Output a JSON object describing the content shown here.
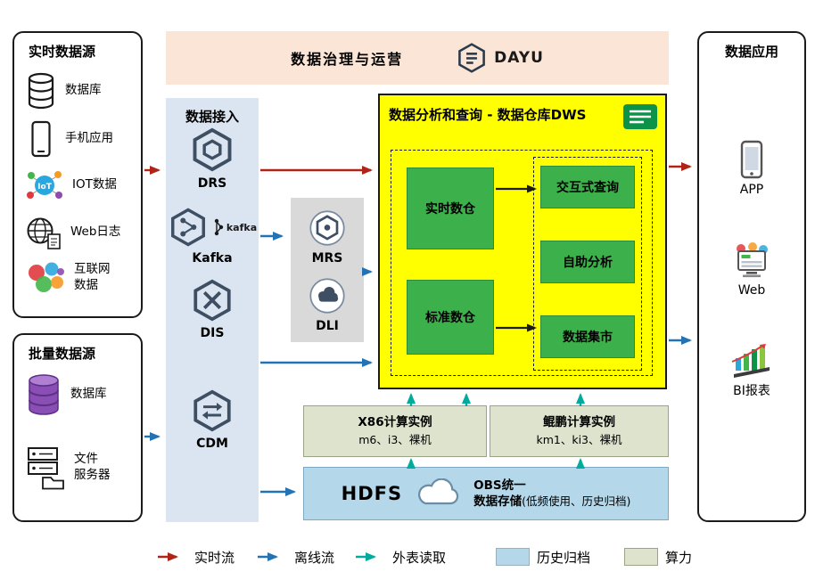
{
  "banner": {
    "title": "数据治理与运营",
    "logo": "DAYU"
  },
  "realtime_sources": {
    "title": "实时数据源",
    "items": [
      {
        "label": "数据库",
        "icon": "database-icon"
      },
      {
        "label": "手机应用",
        "icon": "mobile-icon"
      },
      {
        "label": "IOT数据",
        "icon": "iot-icon"
      },
      {
        "label": "Web日志",
        "icon": "web-log-icon"
      },
      {
        "label": "互联网\n数据",
        "icon": "internet-data-icon"
      }
    ]
  },
  "batch_sources": {
    "title": "批量数据源",
    "items": [
      {
        "label": "数据库",
        "icon": "batch-database-icon"
      },
      {
        "label": "文件\n服务器",
        "icon": "file-server-icon"
      }
    ]
  },
  "ingestion": {
    "title": "数据接入",
    "items": [
      {
        "label": "DRS",
        "icon": "drs-icon"
      },
      {
        "label": "Kafka",
        "icon": "kafka-icon",
        "wordmark": "kafka"
      },
      {
        "label": "DIS",
        "icon": "dis-icon"
      },
      {
        "label": "CDM",
        "icon": "cdm-icon"
      }
    ]
  },
  "middleware": {
    "items": [
      {
        "label": "MRS",
        "icon": "mrs-icon"
      },
      {
        "label": "DLI",
        "icon": "dli-icon"
      }
    ]
  },
  "dws": {
    "title": "数据分析和查询 - 数据仓库DWS",
    "warehouses": [
      {
        "label": "实时数仓"
      },
      {
        "label": "标准数仓"
      }
    ],
    "services": [
      {
        "label": "交互式查询"
      },
      {
        "label": "自助分析"
      },
      {
        "label": "数据集市"
      }
    ]
  },
  "compute": {
    "x86": {
      "title": "X86计算实例",
      "subtitle": "m6、i3、裸机"
    },
    "kunpeng": {
      "title": "鲲鹏计算实例",
      "subtitle": "km1、ki3、裸机"
    }
  },
  "storage": {
    "hdfs": "HDFS",
    "obs_line1": "OBS统一",
    "obs_line2": "数据存储",
    "note": "(低频使用、历史归档)"
  },
  "applications": {
    "title": "数据应用",
    "items": [
      {
        "label": "APP",
        "icon": "app-icon"
      },
      {
        "label": "Web",
        "icon": "web-icon"
      },
      {
        "label": "BI报表",
        "icon": "bi-report-icon"
      }
    ]
  },
  "legend": {
    "items": [
      {
        "label": "实时流",
        "type": "arrow",
        "color": "#b02418"
      },
      {
        "label": "离线流",
        "type": "arrow",
        "color": "#2273b5"
      },
      {
        "label": "外表读取",
        "type": "arrow",
        "color": "#00ab9d"
      },
      {
        "label": "历史归档",
        "type": "swatch",
        "color": "#b4d7e9"
      },
      {
        "label": "算力",
        "type": "swatch",
        "color": "#dde3cc"
      }
    ]
  },
  "colors": {
    "banner_bg": "#fbe5d6",
    "ingestion_bg": "#dbe5f1",
    "middleware_bg": "#d9d9d9",
    "dws_bg": "#ffff00",
    "green_box": "#3cb04a",
    "compute_bg": "#dde3cc",
    "storage_bg": "#b4d7e9",
    "realtime_flow": "#b02418",
    "offline_flow": "#2273b5",
    "external_read": "#00ab9d"
  }
}
